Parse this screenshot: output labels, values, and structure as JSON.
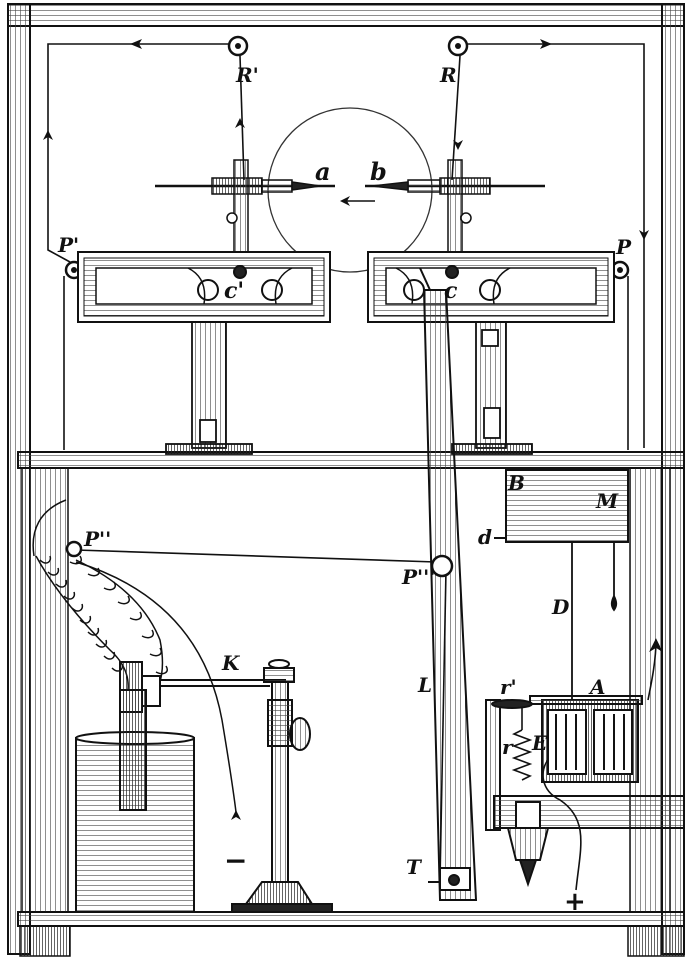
{
  "figure": {
    "labels": {
      "R_prime": "R'",
      "R": "R",
      "a": "a",
      "b": "b",
      "P_prime": "P'",
      "P": "P",
      "c_prime": "c'",
      "c": "c",
      "B": "B",
      "M": "M",
      "d": "d",
      "D": "D",
      "P_dprime": "P''",
      "P_tprime": "P'''",
      "K": "K",
      "L": "L",
      "r_prime": "r'",
      "A": "A",
      "r": "r",
      "E": "E",
      "T": "T",
      "minus": "−",
      "plus": "+"
    },
    "colors": {
      "ink": "#111111",
      "paper": "#ffffff",
      "wood_hatch": "#444444"
    }
  }
}
